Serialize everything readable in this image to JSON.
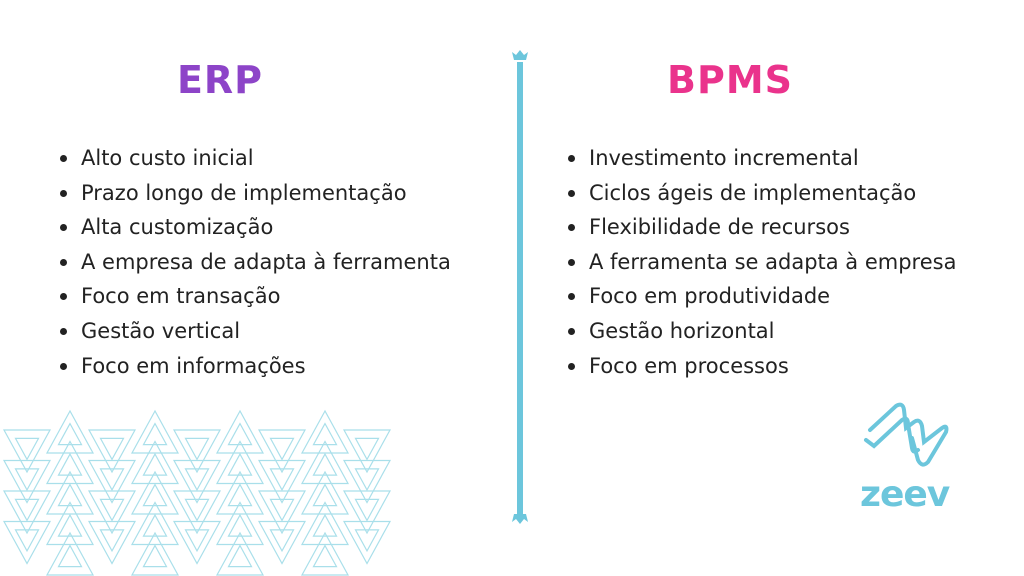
{
  "left": {
    "title": "ERP",
    "items": [
      "Alto custo inicial",
      "Prazo longo de implementação",
      "Alta customização",
      "A empresa de adapta à ferramenta",
      "Foco em transação",
      "Gestão vertical",
      "Foco em informações"
    ]
  },
  "right": {
    "title": "BPMS",
    "items": [
      "Investimento incremental",
      "Ciclos ágeis de implementação",
      "Flexibilidade de recursos",
      "A ferramenta se adapta à empresa",
      "Foco em produtividade",
      "Gestão horizontal",
      "Foco em processos"
    ]
  },
  "logo": {
    "text": "zeev"
  },
  "colors": {
    "erp": "#8d44c8",
    "bpms": "#ea338c",
    "accent": "#6cc6dc"
  }
}
